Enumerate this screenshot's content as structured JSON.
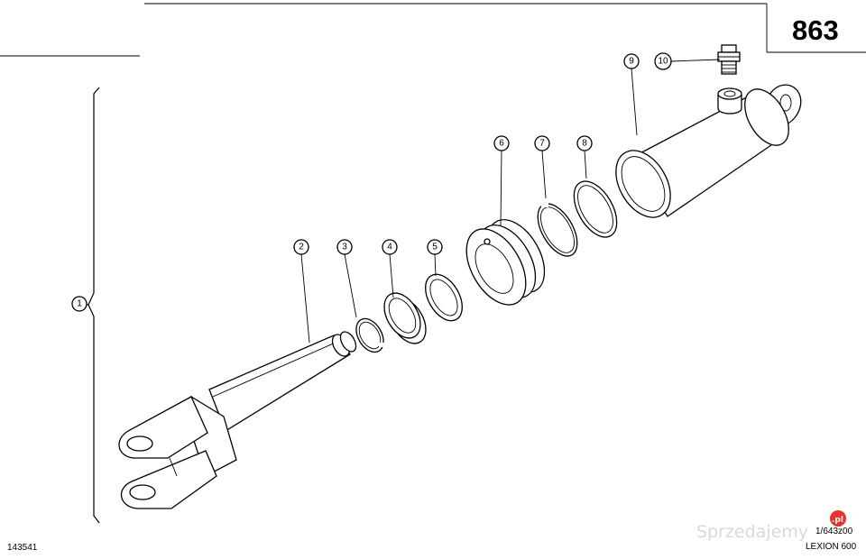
{
  "page_number": "863",
  "drawing_number": "143541",
  "reference_code": "1/643z00",
  "model": "LEXION 600",
  "watermark": {
    "text": "Sprzedajemy",
    "badge": ".pl",
    "badge_color": "#e8322b"
  },
  "callouts": [
    {
      "id": "callout-1",
      "label": "1"
    },
    {
      "id": "callout-2",
      "label": "2"
    },
    {
      "id": "callout-3",
      "label": "3"
    },
    {
      "id": "callout-4",
      "label": "4"
    },
    {
      "id": "callout-5",
      "label": "5"
    },
    {
      "id": "callout-6",
      "label": "6"
    },
    {
      "id": "callout-7",
      "label": "7"
    },
    {
      "id": "callout-8",
      "label": "8"
    },
    {
      "id": "callout-9",
      "label": "9"
    },
    {
      "id": "callout-10",
      "label": "10"
    }
  ]
}
